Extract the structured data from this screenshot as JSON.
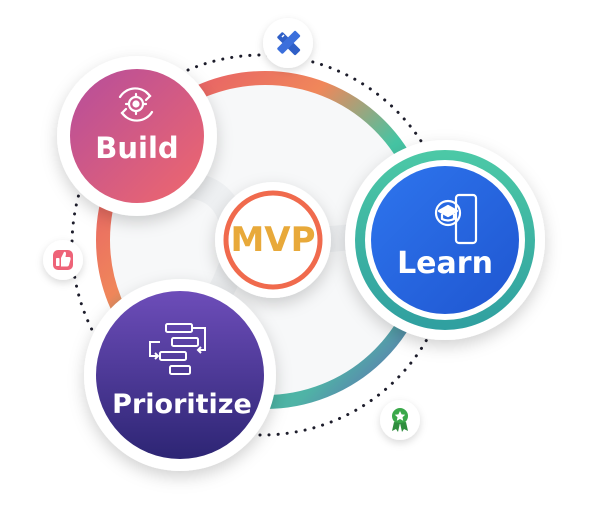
{
  "diagram": {
    "center": {
      "label": "MVP"
    },
    "nodes": [
      {
        "id": "build",
        "label": "Build",
        "icon": "gear-cycle-icon"
      },
      {
        "id": "learn",
        "label": "Learn",
        "icon": "mobile-graduation-icon"
      },
      {
        "id": "prioritize",
        "label": "Prioritize",
        "icon": "flowchart-icon"
      }
    ],
    "badges": [
      {
        "id": "design",
        "icon": "ruler-pencil-icon"
      },
      {
        "id": "like",
        "icon": "thumbs-up-icon"
      },
      {
        "id": "quality",
        "icon": "star-award-icon"
      }
    ]
  },
  "colors": {
    "build_gradient": [
      "#c6558f",
      "#ee6a74"
    ],
    "learn_fill": "#2a6ae6",
    "learn_ring": "#3fbfa8",
    "prioritize_gradient": [
      "#6a4bb8",
      "#2f2777"
    ],
    "mvp_text": "#e8a93a",
    "mvp_ring": "#f06a4d",
    "loop_gradient": [
      "#e24a6e",
      "#f39a3c",
      "#45c4a3",
      "#6a4bb8"
    ],
    "like_badge": "#ee6378",
    "design_badge": "#2f5fc7",
    "quality_badge": "#3aa84a"
  }
}
